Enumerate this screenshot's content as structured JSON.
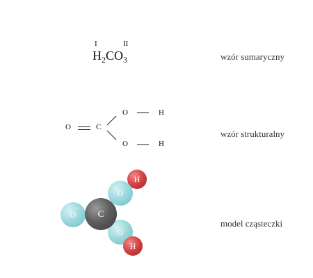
{
  "summary": {
    "formula_h": "H",
    "formula_h_sub": "2",
    "formula_co": "CO",
    "formula_o_sub": "3",
    "valence_h": "I",
    "valence_co3": "II",
    "label": "wzór sumaryczny"
  },
  "structural": {
    "atom_o_left": "O",
    "atom_c": "C",
    "atom_o_top": "O",
    "atom_h_top": "H",
    "atom_o_bottom": "O",
    "atom_h_bottom": "H",
    "label": "wzór strukturalny"
  },
  "model": {
    "atom_c": "C",
    "atom_o_left": "O",
    "atom_o_top": "O",
    "atom_o_bottom": "O",
    "atom_h_top": "H",
    "atom_h_bottom": "H",
    "label": "model cząsteczki",
    "colors": {
      "carbon": "#5e5e5e",
      "oxygen": "#98d7dc",
      "hydrogen": "#d23f42"
    }
  }
}
